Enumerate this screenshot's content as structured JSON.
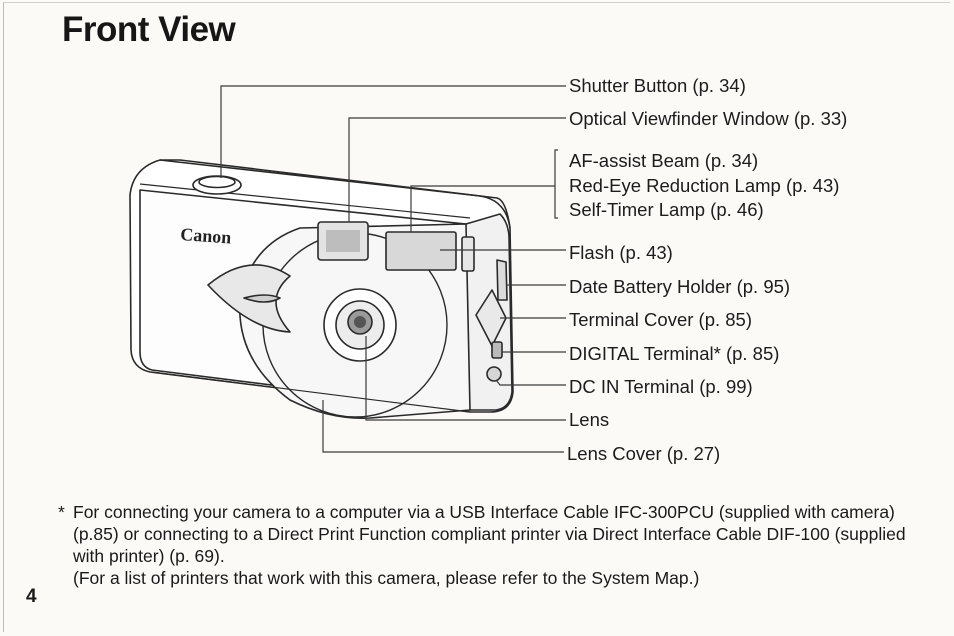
{
  "page": {
    "title": "Front View",
    "page_number": "4"
  },
  "camera": {
    "brand_logo": "Canon"
  },
  "callouts": [
    {
      "label": "Shutter Button (p. 34)"
    },
    {
      "label": "Optical Viewfinder Window (p. 33)"
    },
    {
      "label": "AF-assist Beam (p. 34)"
    },
    {
      "label": "Red-Eye Reduction Lamp (p. 43)"
    },
    {
      "label": "Self-Timer Lamp (p. 46)"
    },
    {
      "label": "Flash (p. 43)"
    },
    {
      "label": "Date Battery Holder (p. 95)"
    },
    {
      "label": "Terminal Cover (p. 85)"
    },
    {
      "label": "DIGITAL Terminal* (p. 85)"
    },
    {
      "label": "DC IN Terminal (p. 99)"
    },
    {
      "label": "Lens"
    },
    {
      "label": "Lens Cover (p. 27)"
    }
  ],
  "footnote": {
    "marker": "*",
    "text": "For connecting your camera to a computer via a USB Interface Cable IFC-300PCU (supplied with camera) (p.85) or connecting to a Direct Print Function compliant printer via Direct Interface Cable DIF-100 (supplied with printer) (p. 69).",
    "note": "(For a list of printers that work with this camera, please refer to the System Map.)"
  }
}
